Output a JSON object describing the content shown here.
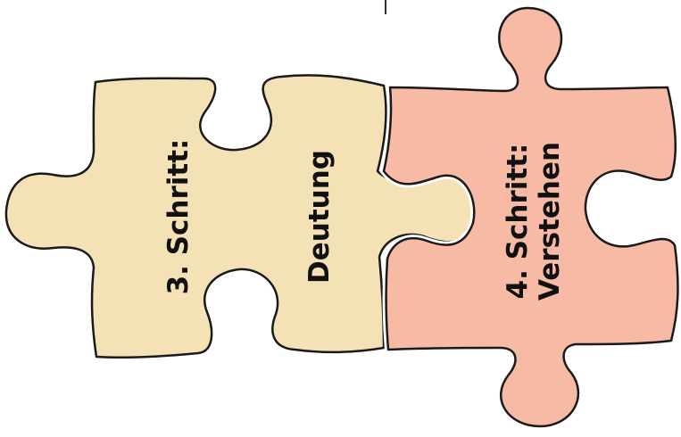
{
  "pieces": [
    {
      "id": "step3",
      "lines": [
        "3. Schritt:",
        "Deutung"
      ],
      "fill": "#f5e1b6",
      "stroke": "#1a1a1a"
    },
    {
      "id": "step4",
      "lines": [
        "4. Schritt:",
        "Verstehen"
      ],
      "fill": "#f7baa5",
      "stroke": "#1a1a1a"
    }
  ]
}
